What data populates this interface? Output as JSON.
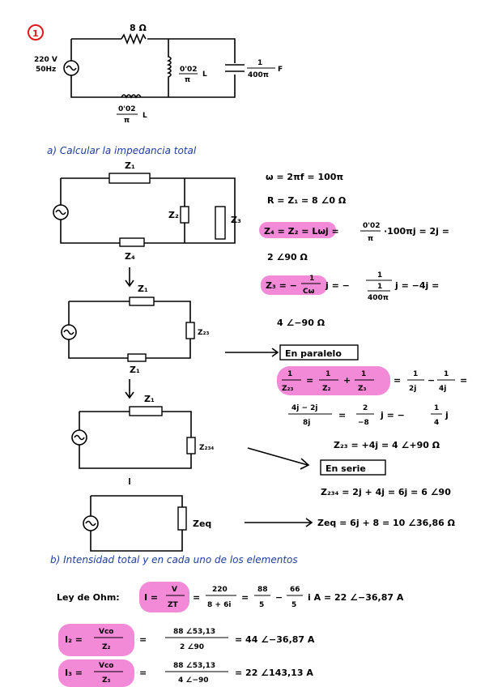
{
  "problem": {
    "number": "1",
    "resistor": "8 Ω",
    "source": [
      "220 V",
      "50Hz"
    ],
    "inductor_value": "0'02",
    "inductor_den": "π",
    "inductor_unit": "L",
    "cap_value": "1",
    "cap_den": "400π",
    "cap_unit": "F",
    "inductor2_value": "0'02",
    "inductor2_den": "π",
    "inductor2_unit": "L"
  },
  "part_a": {
    "title": "a) Calcular la impedancia total",
    "labels": {
      "z1": "Z₁",
      "z2": "Z₂",
      "z3": "Z₃",
      "z4": "Z₄",
      "z23": "Z₂₃",
      "z234": "Z₂₃₄",
      "zeq": "Zeq"
    },
    "eq1": "ω = 2πf = 100π",
    "eq2": "R = Z₁ = 8 ∠0 Ω",
    "eq3a": "Z₄ = Z₂ = Lωj =",
    "eq3b": "0'02",
    "eq3c": "π",
    "eq3d": "·100πj = 2j =",
    "eq4": "2 ∠90 Ω",
    "eq5a": "Z₃ = −",
    "eq5b": "1",
    "eq5c": "Cω",
    "eq5d": "j = −",
    "eq5e": "1",
    "eq5f": "1",
    "eq5g": "400π",
    "eq5h": "j = −4j =",
    "eq6": "4 ∠−90 Ω",
    "parallel_label": "En paralelo",
    "eq7a": "1",
    "eq7b": "Z₂₃",
    "eq7c": "=",
    "eq7d": "1",
    "eq7e": "Z₂",
    "eq7f": "+",
    "eq7g": "1",
    "eq7h": "Z₃",
    "eq7i": "=",
    "eq7j": "1",
    "eq7k": "2j",
    "eq7l": "−",
    "eq7m": "1",
    "eq7n": "4j",
    "eq7o": "=",
    "eq8a": "4j − 2j",
    "eq8b": "8j",
    "eq8c": "=",
    "eq8d": "2",
    "eq8e": "−8",
    "eq8f": "j = −",
    "eq8g": "1",
    "eq8h": "4",
    "eq8i": "j",
    "eq9": "Z₂₃ = +4j = 4 ∠+90 Ω",
    "series_label": "En serie",
    "eq10": "Z₂₃₄ = 2j + 4j = 6j = 6 ∠90",
    "eq11": "Zeq = 6j + 8 = 10 ∠36,86 Ω"
  },
  "part_b": {
    "title": "b) Intensidad total y en cada uno de los elementos",
    "ohm_prefix": "Ley de Ohm:",
    "eq1a": "I =",
    "eq1b": "V",
    "eq1c": "ZT",
    "eq1d": "=",
    "eq1e": "220",
    "eq1f": "8 + 6i",
    "eq1g": "=",
    "eq1h": "88",
    "eq1i": "5",
    "eq1j": "−",
    "eq1k": "66",
    "eq1l": "5",
    "eq1m": "i A = 22 ∠−36,87 A",
    "eq2a": "I₂ =",
    "eq2b": "Vco",
    "eq2c": "Z₂",
    "eq2d": "=",
    "eq2e": "88 ∠53,13",
    "eq2f": "2 ∠90",
    "eq2g": "= 44 ∠−36,87 A",
    "eq3a": "I₃ =",
    "eq3b": "Vco",
    "eq3c": "Z₃",
    "eq3d": "=",
    "eq3e": "88 ∠53,13",
    "eq3f": "4 ∠−90",
    "eq3g": "= 22 ∠143,13 A"
  }
}
